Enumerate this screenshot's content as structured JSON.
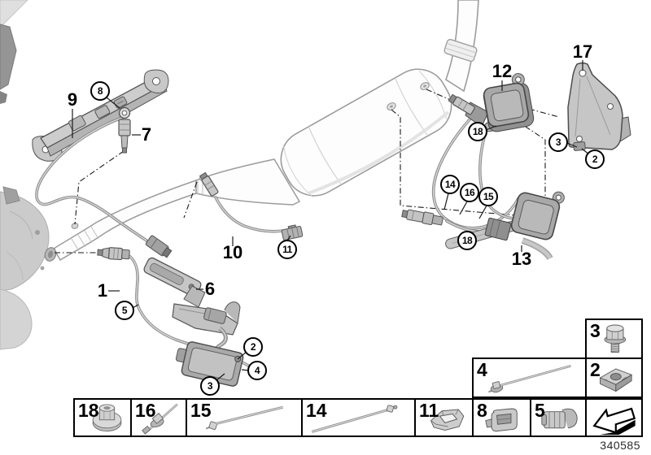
{
  "diagram_number": "340585",
  "callouts": {
    "plain": [
      {
        "id": "9",
        "text": "9"
      },
      {
        "id": "7",
        "text": "7"
      },
      {
        "id": "10",
        "text": "10"
      },
      {
        "id": "1",
        "text": "1"
      },
      {
        "id": "6",
        "text": "6"
      },
      {
        "id": "12",
        "text": "12"
      },
      {
        "id": "17",
        "text": "17"
      },
      {
        "id": "13",
        "text": "13"
      }
    ],
    "circled": [
      {
        "id": "8",
        "text": "8"
      },
      {
        "id": "11",
        "text": "11"
      },
      {
        "id": "5",
        "text": "5"
      },
      {
        "id": "2-left",
        "text": "2"
      },
      {
        "id": "4-left",
        "text": "4"
      },
      {
        "id": "3-left",
        "text": "3"
      },
      {
        "id": "18-upper",
        "text": "18"
      },
      {
        "id": "14",
        "text": "14"
      },
      {
        "id": "16",
        "text": "16"
      },
      {
        "id": "15",
        "text": "15"
      },
      {
        "id": "18-lower",
        "text": "18"
      },
      {
        "id": "3-right",
        "text": "3"
      },
      {
        "id": "2-right",
        "text": "2"
      }
    ]
  },
  "parts_table": {
    "bottom_row": [
      {
        "number": "18",
        "icon": "plastic-nut-icon"
      },
      {
        "number": "16",
        "icon": "clamp-screw-icon"
      },
      {
        "number": "15",
        "icon": "cable-tie-icon"
      },
      {
        "number": "14",
        "icon": "cable-tie-long-icon"
      },
      {
        "number": "11",
        "icon": "cable-clip-icon"
      },
      {
        "number": "8",
        "icon": "edge-clip-icon"
      },
      {
        "number": "5",
        "icon": "holder-clip-icon"
      },
      {
        "number": "",
        "icon": "continue-arrow-icon"
      }
    ],
    "side_boxes": [
      {
        "number": "3",
        "icon": "hex-bolt-icon"
      },
      {
        "number": "4",
        "icon": "cable-tie-icon"
      },
      {
        "number": "2",
        "icon": "cage-nut-icon"
      }
    ]
  }
}
